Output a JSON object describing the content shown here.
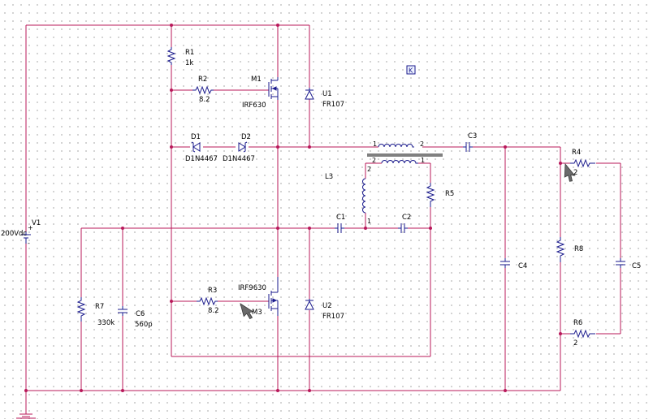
{
  "colors": {
    "wire": "#b8185a",
    "comp": "#1a1a8c",
    "text": "#000000",
    "dot": "#b8185a"
  },
  "marker_k": "K",
  "components": {
    "R1": {
      "ref": "R1",
      "value": "1k"
    },
    "R2": {
      "ref": "R2",
      "value": "8.2"
    },
    "R3": {
      "ref": "R3",
      "value": "8.2"
    },
    "R4": {
      "ref": "R4",
      "value": "2"
    },
    "R5": {
      "ref": "R5"
    },
    "R6": {
      "ref": "R6",
      "value": "2"
    },
    "R7": {
      "ref": "R7",
      "value": "330k"
    },
    "R8": {
      "ref": "R8"
    },
    "M1": {
      "ref": "M1",
      "value": "IRF630"
    },
    "M3": {
      "ref": "M3",
      "value": "IRF9630"
    },
    "U1": {
      "ref": "U1",
      "value": "FR107"
    },
    "U2": {
      "ref": "U2",
      "value": "FR107"
    },
    "D1": {
      "ref": "D1",
      "value": "D1N4467"
    },
    "D2": {
      "ref": "D2",
      "value": "D1N4467"
    },
    "L3": {
      "ref": "L3",
      "pin1_top": "1",
      "pin2_top": "2",
      "pin2_sec": "2",
      "pin1_sec": "1",
      "pin2_tap": "2",
      "pin1_tap": "1"
    },
    "C1": {
      "ref": "C1"
    },
    "C2": {
      "ref": "C2"
    },
    "C3": {
      "ref": "C3"
    },
    "C4": {
      "ref": "C4"
    },
    "C5": {
      "ref": "C5"
    },
    "C6": {
      "ref": "C6",
      "value": "560p"
    },
    "V1": {
      "ref": "V1",
      "value": "200Vdc",
      "plus": "+",
      "minus": "-"
    }
  }
}
